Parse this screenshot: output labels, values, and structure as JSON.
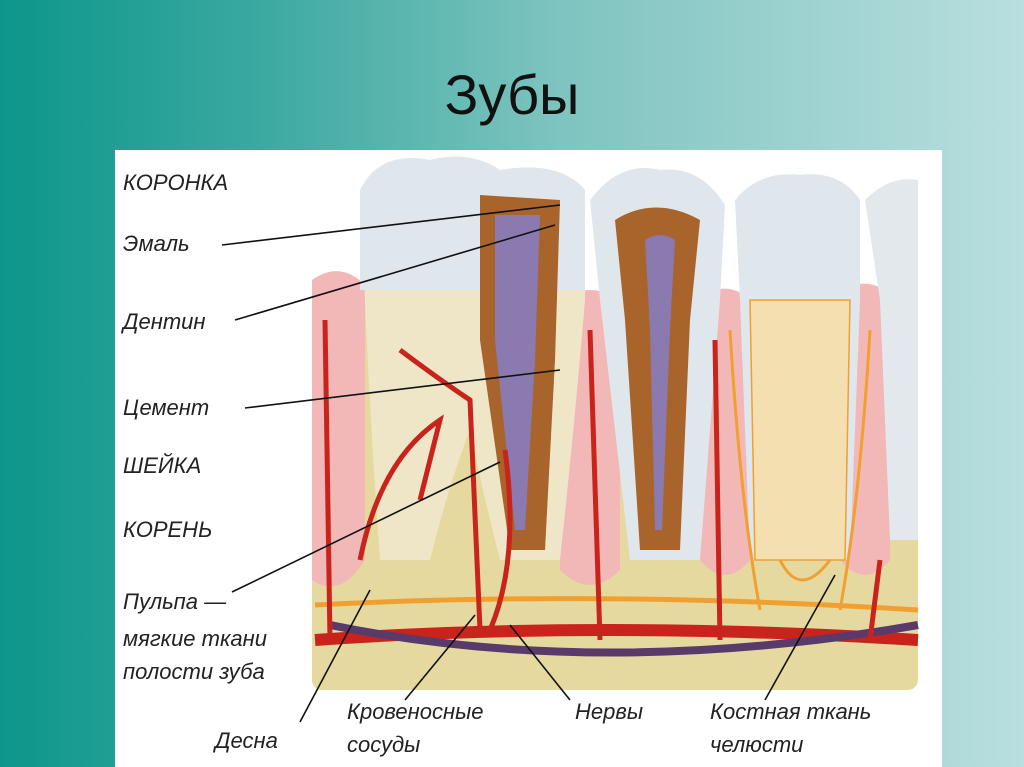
{
  "slide": {
    "title": "Зубы"
  },
  "diagram": {
    "labels": {
      "crown": "КОРОНКА",
      "enamel": "Эмаль",
      "dentin": "Дентин",
      "cement": "Цемент",
      "neck": "ШЕЙКА",
      "root": "КОРЕНЬ",
      "pulp_1": "Пульпа —",
      "pulp_2": "мягкие ткани",
      "pulp_3": "полости зуба",
      "gum": "Десна",
      "vessels_1": "Кровеносные",
      "vessels_2": "сосуды",
      "nerves": "Нервы",
      "bone_1": "Костная ткань",
      "bone_2": "челюсти"
    },
    "colors": {
      "bone": "#e6d9a0",
      "gum": "#f2b8b8",
      "dentin": "#a8642a",
      "enamel": "#dfe6ec",
      "artery": "#c8241c",
      "vein": "#5a3a6a",
      "nerve": "#f0a030"
    }
  }
}
